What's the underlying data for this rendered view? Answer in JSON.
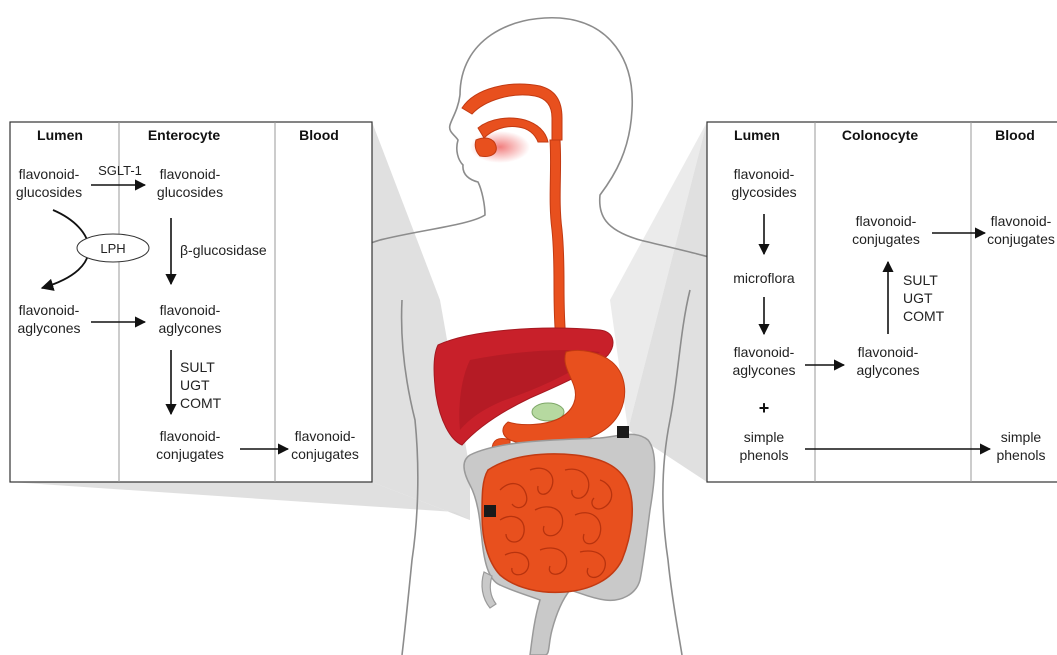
{
  "left_panel": {
    "headers": {
      "lumen": "Lumen",
      "enterocyte": "Enterocyte",
      "blood": "Blood"
    },
    "lumen_glucosides": [
      "flavonoid-",
      "glucosides"
    ],
    "sglt": "SGLT-1",
    "entero_glucosides": [
      "flavonoid-",
      "glucosides"
    ],
    "lph": "LPH",
    "beta_glucosidase": "β-glucosidase",
    "lumen_aglycones": [
      "flavonoid-",
      "aglycones"
    ],
    "entero_aglycones": [
      "flavonoid-",
      "aglycones"
    ],
    "enzymes": [
      "SULT",
      "UGT",
      "COMT"
    ],
    "entero_conjugates": [
      "flavonoid-",
      "conjugates"
    ],
    "blood_conjugates": [
      "flavonoid-",
      "conjugates"
    ]
  },
  "right_panel": {
    "headers": {
      "lumen": "Lumen",
      "colonocyte": "Colonocyte",
      "blood": "Blood"
    },
    "lumen_glycosides": [
      "flavonoid-",
      "glycosides"
    ],
    "microflora": "microflora",
    "lumen_aglycones": [
      "flavonoid-",
      "aglycones"
    ],
    "plus": "+",
    "simple_phenols": [
      "simple",
      "phenols"
    ],
    "colono_conjugates": [
      "flavonoid-",
      "conjugates"
    ],
    "enzymes": [
      "SULT",
      "UGT",
      "COMT"
    ],
    "colono_aglycones": [
      "flavonoid-",
      "aglycones"
    ],
    "blood_conjugates": [
      "flavonoid-",
      "conjugates"
    ],
    "blood_phenols": [
      "simple",
      "phenols"
    ]
  },
  "colors": {
    "tract": "#E8501E",
    "tract_stroke": "#C23A12",
    "liver": "#C8202A",
    "liver_dark": "#A51820",
    "gallbladder": "#B6D9A0",
    "colon": "#C9C9C9",
    "colon_stroke": "#9A9A9A",
    "callout": "#D4D4D4",
    "outline": "#8C8C8C"
  }
}
